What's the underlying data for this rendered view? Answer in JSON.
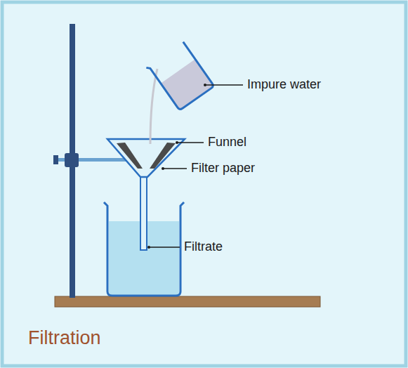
{
  "diagram": {
    "title": "Filtration",
    "labels": [
      "Impure water",
      "Funnel",
      "Filter paper",
      "Filtrate"
    ]
  }
}
